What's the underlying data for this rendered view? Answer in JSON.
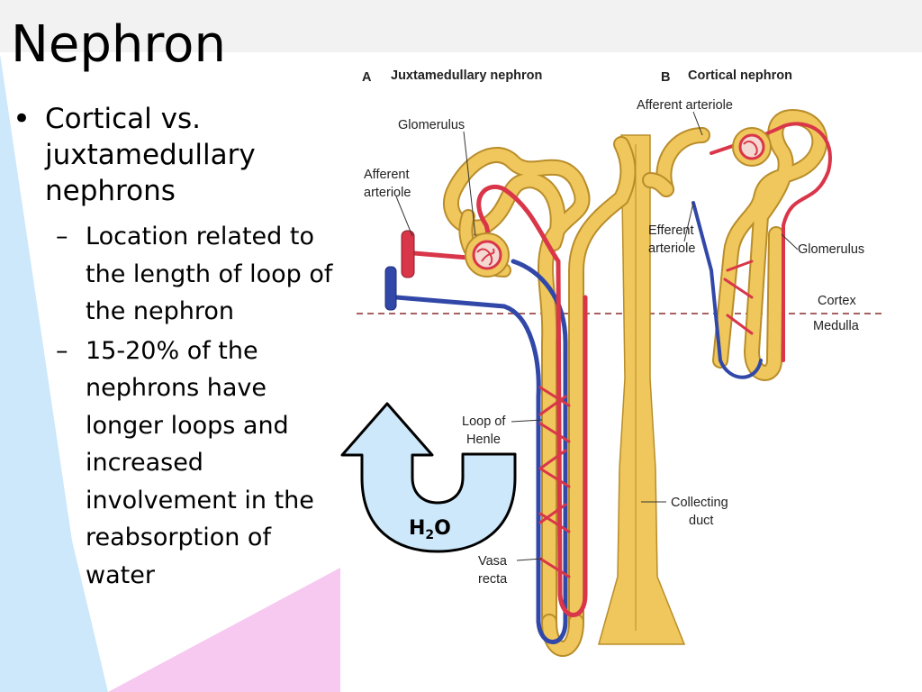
{
  "slide": {
    "title": "Nephron",
    "bullet": "Cortical vs. juxtamedullary nephrons",
    "sub_bullets": [
      "Location related to the length of loop of the nephron",
      "15-20% of the nephrons have longer loops and increased involvement in the reabsorption of water"
    ]
  },
  "diagram": {
    "panel_a_letter": "A",
    "panel_a_title": "Juxtamedullary nephron",
    "panel_b_letter": "B",
    "panel_b_title": "Cortical nephron",
    "labels": {
      "glomerulus_a": "Glomerulus",
      "afferent_a_1": "Afferent",
      "afferent_a_2": "arteriole",
      "afferent_b": "Afferent arteriole",
      "efferent_1": "Efferent",
      "efferent_2": "arteriole",
      "glomerulus_b": "Glomerulus",
      "cortex": "Cortex",
      "medulla": "Medulla",
      "loop_1": "Loop of",
      "loop_2": "Henle",
      "collecting_1": "Collecting",
      "collecting_2": "duct",
      "vasa_1": "Vasa",
      "vasa_2": "recta"
    },
    "h2o": {
      "main": "H",
      "sub": "2",
      "end": "O"
    }
  },
  "colors": {
    "background_left": "#cde8fb",
    "background_pink": "#f7c9f0",
    "top_band": "#f2f2f2",
    "tubule": "#efc75c",
    "artery": "#d9364a",
    "vein": "#3148a8",
    "arrow_fill": "#cde8fb"
  }
}
